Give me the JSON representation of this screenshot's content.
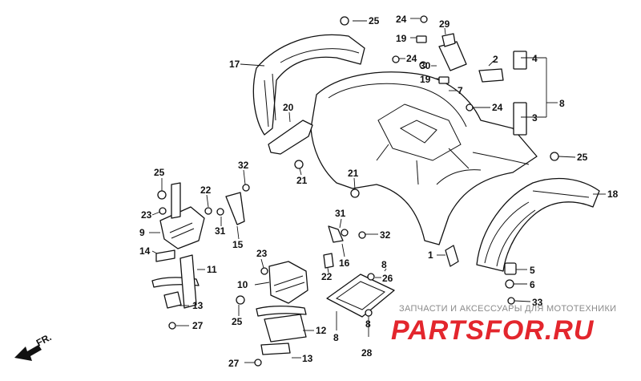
{
  "callouts": {
    "c1": "1",
    "c2": "2",
    "c3": "3",
    "c4": "4",
    "c5": "5",
    "c6": "6",
    "c7": "7",
    "c8": "8",
    "c9": "9",
    "c10": "10",
    "c11": "11",
    "c12": "12",
    "c13": "13",
    "c14": "14",
    "c15": "15",
    "c16": "16",
    "c17": "17",
    "c18": "18",
    "c19": "19",
    "c20": "20",
    "c21": "21",
    "c22": "22",
    "c23": "23",
    "c24": "24",
    "c25": "25",
    "c26": "26",
    "c27": "27",
    "c28": "28",
    "c29": "29",
    "c30": "30",
    "c31": "31",
    "c32": "32",
    "c33": "33"
  },
  "direction": {
    "label": "FR."
  },
  "watermark": {
    "subtitle": "ЗАПЧАСТИ И АКСЕССУАРЫ ДЛЯ МОТОТЕХНИКИ",
    "brand": "PARTSFOR.RU"
  },
  "colors": {
    "line": "#111111",
    "watermark_red": "#e3262d",
    "watermark_gray": "#8a8a8a"
  }
}
